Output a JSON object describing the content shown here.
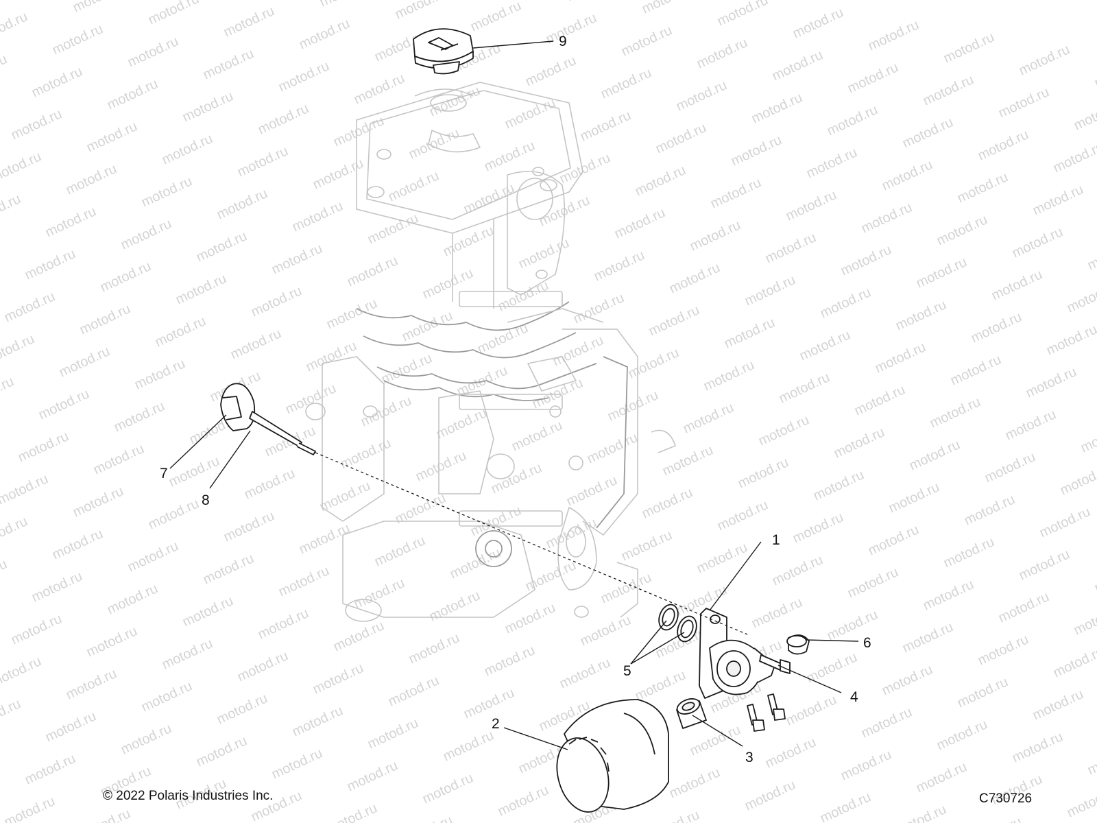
{
  "diagram": {
    "watermark_text": "motod.ru",
    "callouts": [
      {
        "id": "1",
        "label": "1"
      },
      {
        "id": "2",
        "label": "2"
      },
      {
        "id": "3",
        "label": "3"
      },
      {
        "id": "4",
        "label": "4"
      },
      {
        "id": "5",
        "label": "5"
      },
      {
        "id": "6",
        "label": "6"
      },
      {
        "id": "7",
        "label": "7"
      },
      {
        "id": "8",
        "label": "8"
      },
      {
        "id": "9",
        "label": "9"
      }
    ]
  },
  "footer": {
    "copyright": "© 2022 Polaris Industries Inc.",
    "drawing_number": "C730726"
  },
  "colors": {
    "line": "#1a1a1a",
    "ghost_engine": "#c4c4c4",
    "watermark": "#d4d4d4",
    "background": "#ffffff"
  }
}
